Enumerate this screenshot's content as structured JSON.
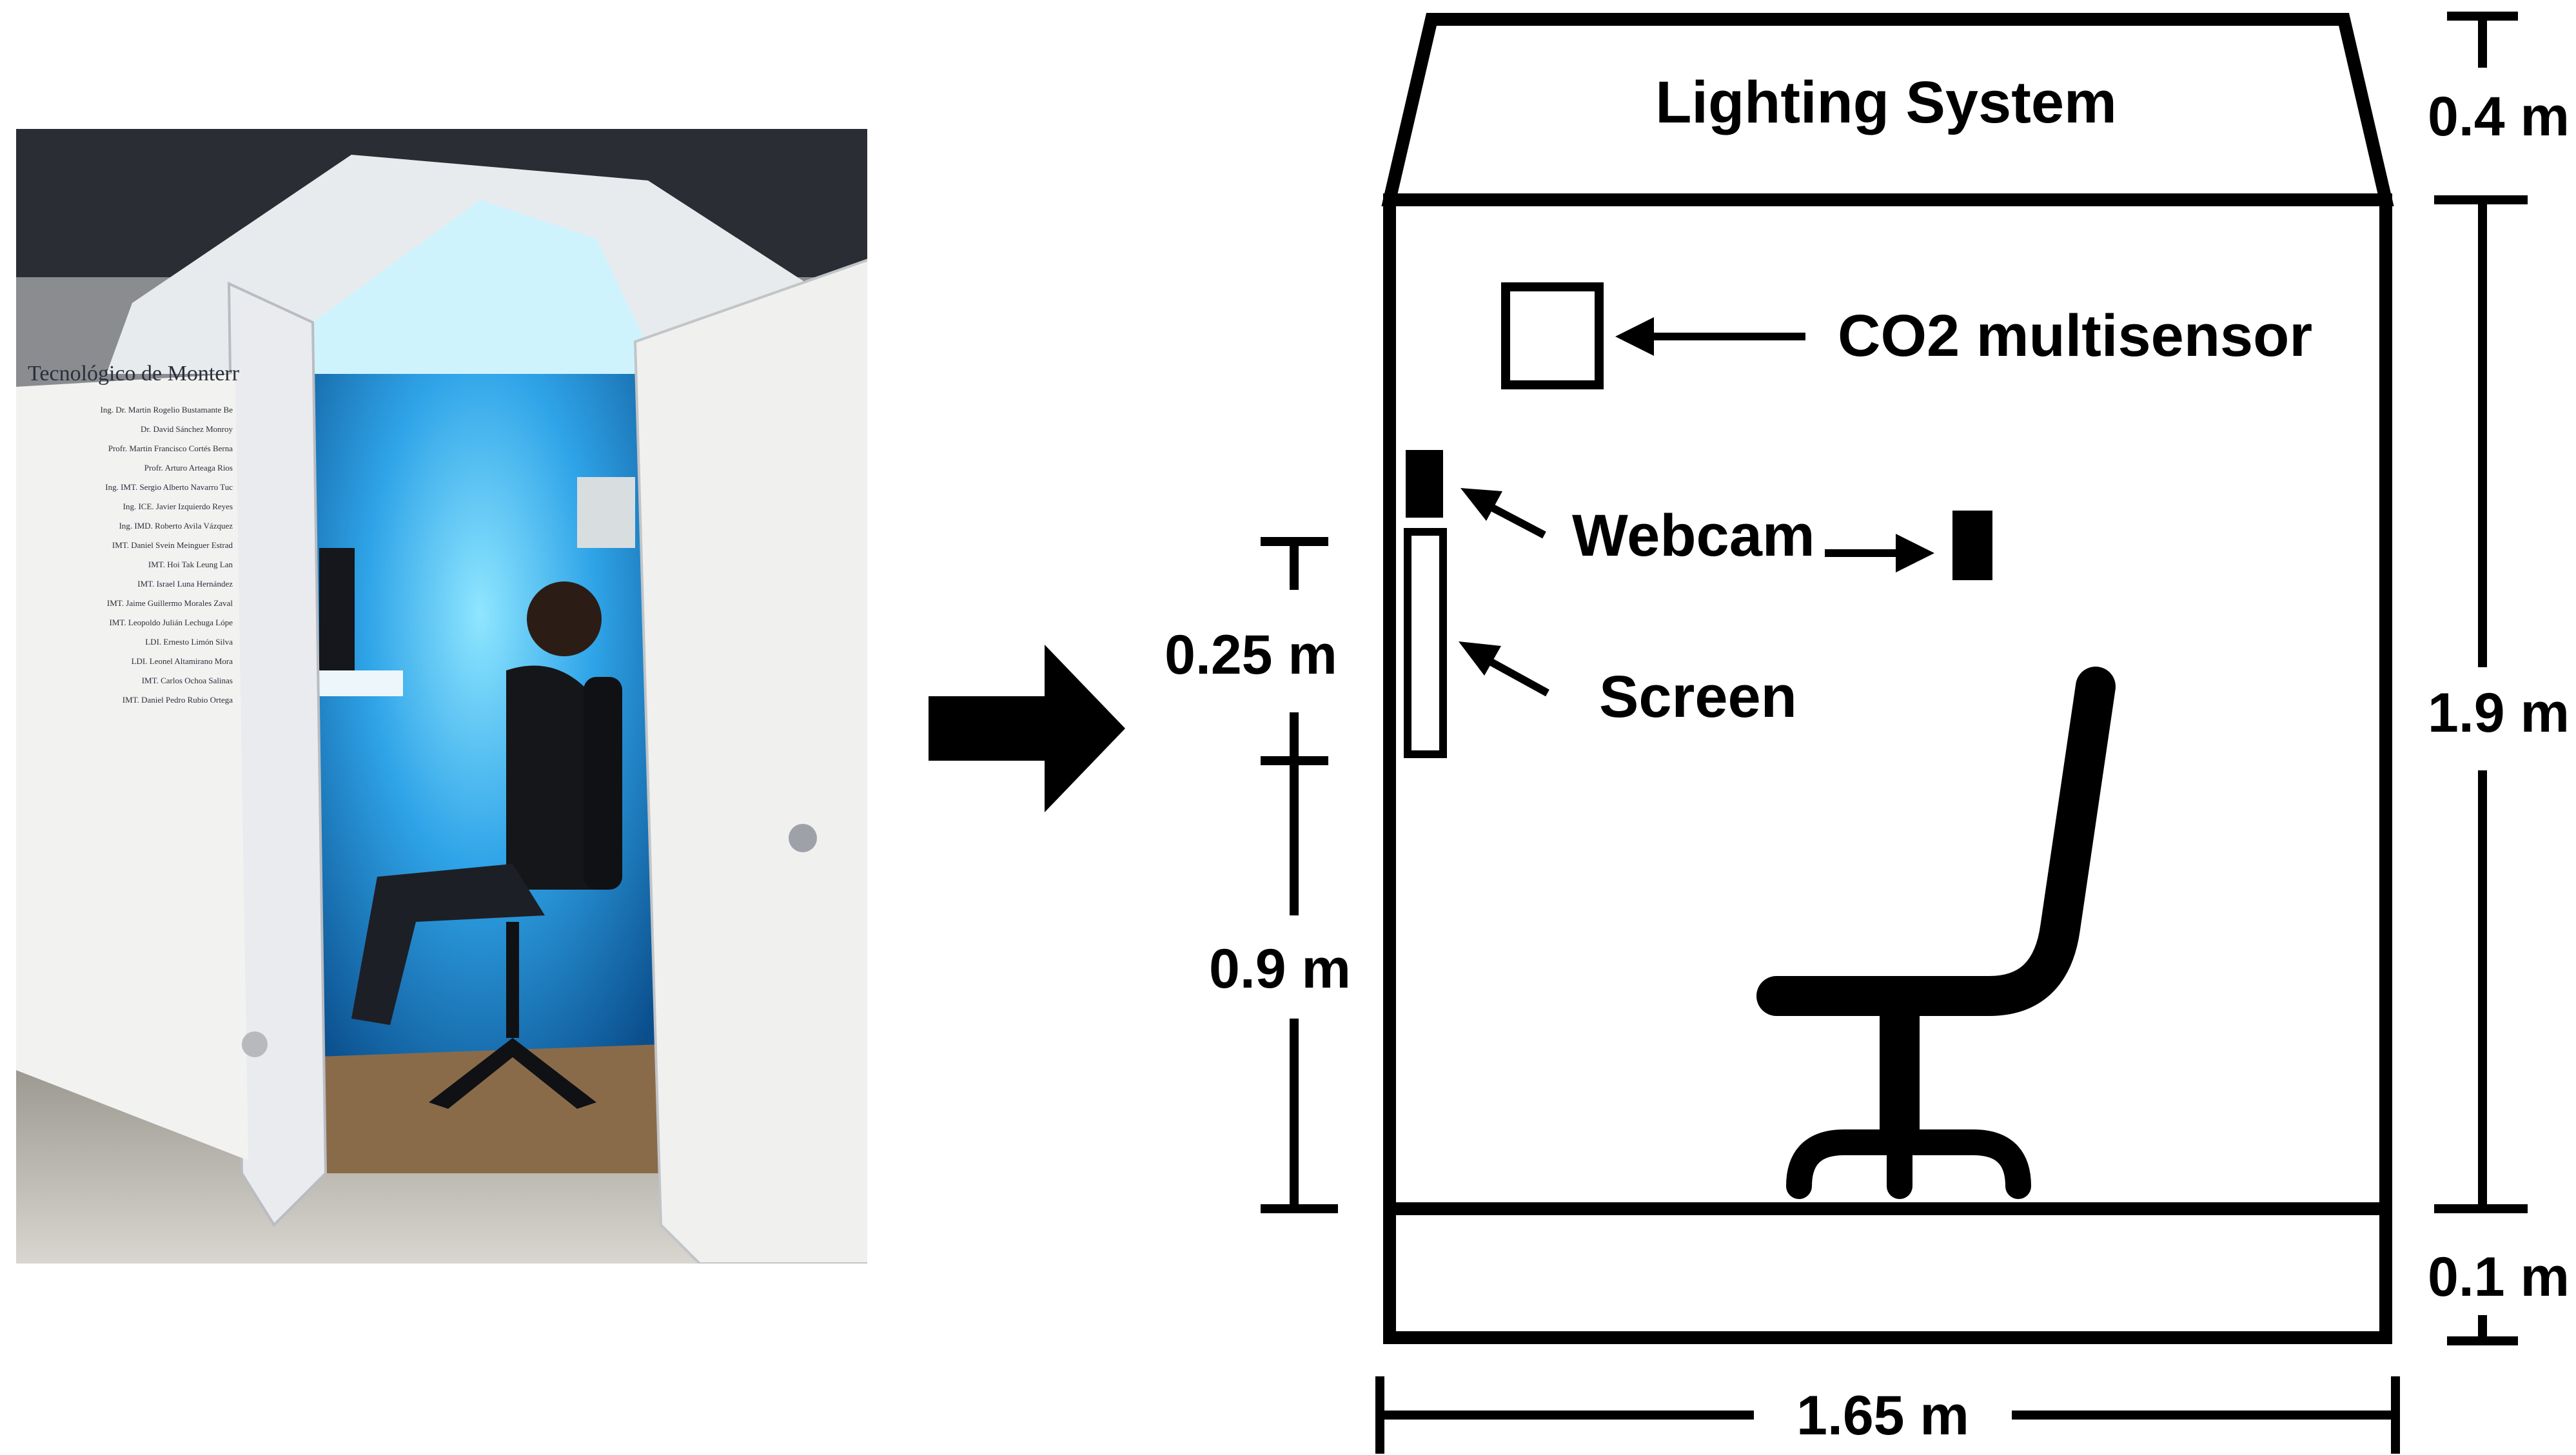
{
  "photo": {
    "sign_header": "Tecnológico de Monterr",
    "sign_names": [
      "Ing. Dr. Martin Rogelio Bustamante Be",
      "Dr. David Sánchez Monroy",
      "Profr. Martin Francisco Cortés Berna",
      "Profr. Arturo Arteaga Rios",
      "Ing. IMT. Sergio Alberto Navarro Tuc",
      "Ing. ICE. Javier Izquierdo Reyes",
      "Ing. IMD. Roberto Avila Vázquez",
      "IMT. Daniel Svein Meinguer Estrad",
      "IMT. Hoi Tak Leung Lan",
      "IMT. Israel Luna Hernández",
      "IMT. Jaime Guillermo Morales Zaval",
      "IMT. Leopoldo Julián Lechuga Lópe",
      "LDI. Ernesto Limón Silva",
      "LDI. Leonel Altamirano Mora",
      "IMT. Carlos Ochoa Salinas",
      "IMT. Daniel Pedro Rubio Ortega"
    ]
  },
  "diagram": {
    "lighting_label": "Lighting System",
    "co2_label": "CO2 multisensor",
    "webcam_label": "Webcam",
    "screen_label": "Screen",
    "dim_top": "0.4 m",
    "dim_body": "1.9 m",
    "dim_base": "0.1 m",
    "dim_width": "1.65 m",
    "dim_screen": "0.25 m",
    "dim_screen_height": "0.9 m"
  },
  "colors": {
    "line": "#000000",
    "booth_light": "#3aa7e6",
    "booth_wall": "#f2f2f0",
    "floor": "#c9c6bf"
  }
}
